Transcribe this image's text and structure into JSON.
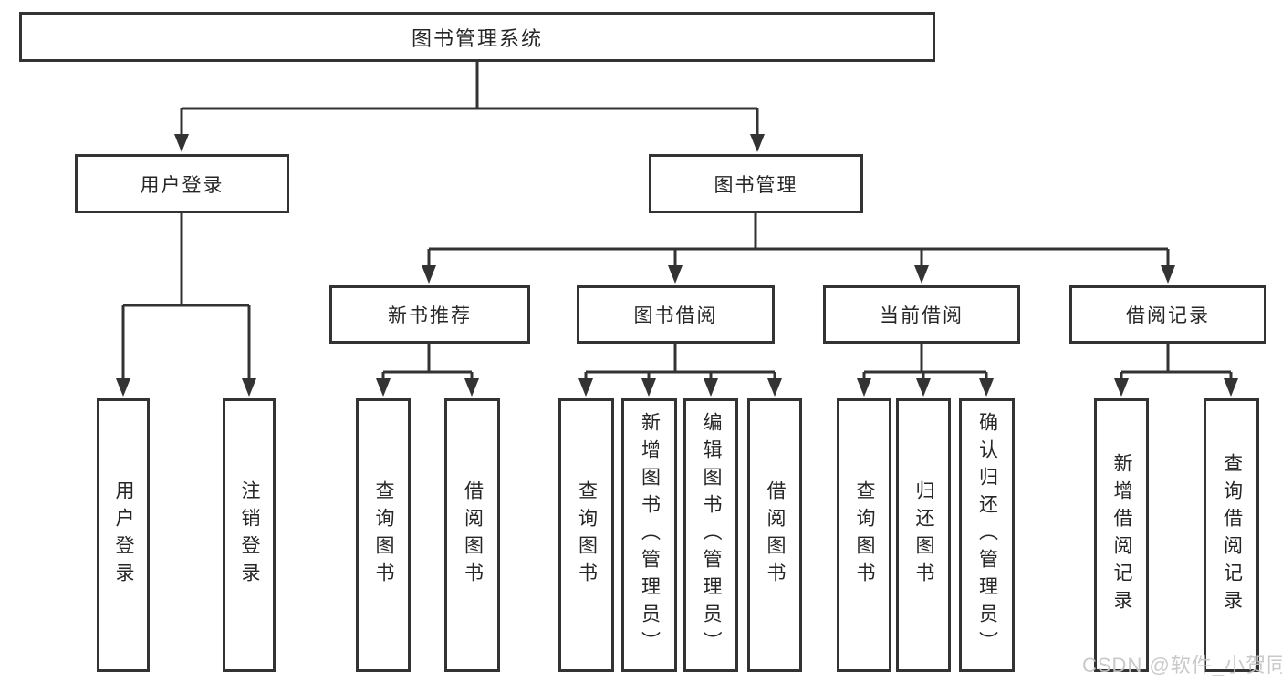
{
  "diagram": {
    "root": {
      "label": "图书管理系统"
    },
    "level2": [
      {
        "label": "用户登录"
      },
      {
        "label": "图书管理"
      }
    ],
    "level3": [
      {
        "label": "新书推荐"
      },
      {
        "label": "图书借阅"
      },
      {
        "label": "当前借阅"
      },
      {
        "label": "借阅记录"
      }
    ],
    "leaves": {
      "login": [
        {
          "label": "用户登录"
        },
        {
          "label": "注销登录"
        }
      ],
      "recommend": [
        {
          "label": "查询图书"
        },
        {
          "label": "借阅图书"
        }
      ],
      "borrow": [
        {
          "label": "查询图书"
        },
        {
          "label": "新增图书（管理员）"
        },
        {
          "label": "编辑图书（管理员）"
        },
        {
          "label": "借阅图书"
        }
      ],
      "current": [
        {
          "label": "查询图书"
        },
        {
          "label": "归还图书"
        },
        {
          "label": "确认归还（管理员）"
        }
      ],
      "records": [
        {
          "label": "新增借阅记录"
        },
        {
          "label": "查询借阅记录"
        }
      ]
    }
  },
  "watermark": {
    "text": "CSDN @软件_小贺同学"
  },
  "colors": {
    "line": "#333333",
    "border": "#333333",
    "text": "#262626",
    "background": "#ffffff",
    "watermark": "#c6c6c6"
  }
}
